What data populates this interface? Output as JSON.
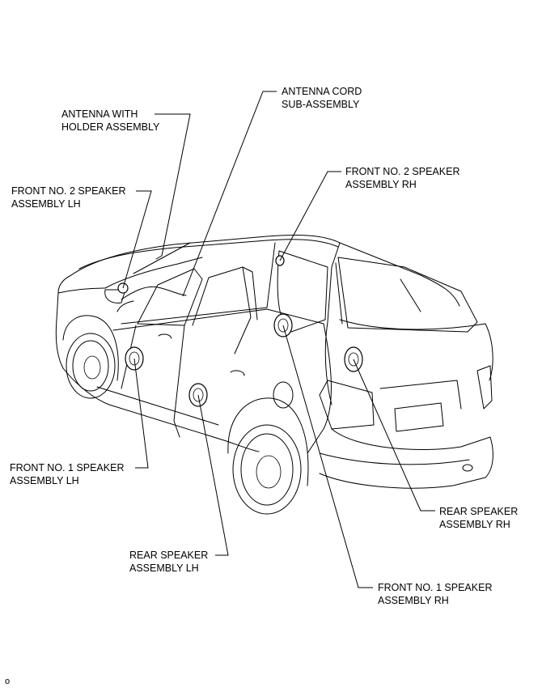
{
  "callouts": {
    "antenna_cord": [
      "ANTENNA CORD",
      "SUB-ASSEMBLY"
    ],
    "antenna_holder": [
      "ANTENNA WITH",
      "HOLDER ASSEMBLY"
    ],
    "front2_lh": [
      "FRONT NO. 2 SPEAKER",
      "ASSEMBLY LH"
    ],
    "front2_rh": [
      "FRONT NO. 2 SPEAKER",
      "ASSEMBLY RH"
    ],
    "front1_lh": [
      "FRONT NO. 1 SPEAKER",
      "ASSEMBLY LH"
    ],
    "rear_lh": [
      "REAR SPEAKER",
      "ASSEMBLY LH"
    ],
    "rear_rh": [
      "REAR SPEAKER",
      "ASSEMBLY RH"
    ],
    "front1_rh": [
      "FRONT NO. 1 SPEAKER",
      "ASSEMBLY RH"
    ]
  },
  "figure_ref": "o"
}
